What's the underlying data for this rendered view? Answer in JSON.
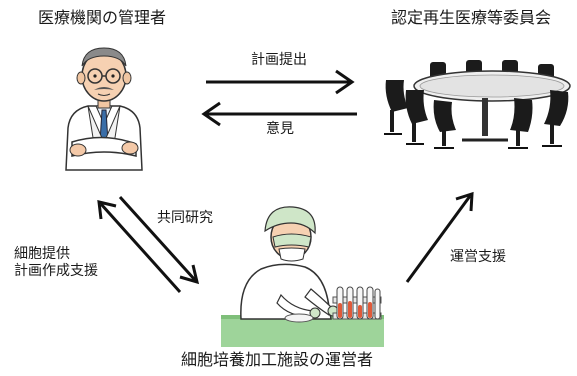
{
  "nodes": {
    "manager": {
      "label": "医療機関の管理者"
    },
    "committee": {
      "label": "認定再生医療等委員会"
    },
    "facility": {
      "label": "細胞培養加工施設の運営者"
    }
  },
  "edges": {
    "plan_submission": {
      "label": "計画提出"
    },
    "opinion": {
      "label": "意見"
    },
    "joint_research": {
      "label": "共同研究"
    },
    "cell_provision": {
      "label": "細胞提供\n計画作成支援"
    },
    "operation_support": {
      "label": "運営支援"
    }
  },
  "colors": {
    "arrow": "#111111",
    "text": "#1a1a1a",
    "coat": "#ffffff",
    "tie": "#3a6ea8",
    "cap": "#cfe6c8",
    "bench": "#9ed49a",
    "table": "#e8e8e8",
    "chair": "#1b1b1b",
    "liquid": "#e05a3a"
  }
}
